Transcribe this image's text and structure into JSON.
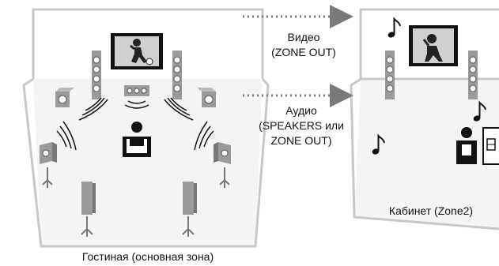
{
  "labels": {
    "video_line1": "Видео",
    "video_line2": "(ZONE OUT)",
    "audio_line1": "Аудио",
    "audio_line2": "(SPEAKERS или",
    "audio_line3": "ZONE OUT)",
    "main_room": "Гостиная (основная зона)",
    "zone2_room": "Кабинет (Zone2)"
  },
  "icons": {
    "main_tv": "tv-person-kicking-ball-icon",
    "zone2_tv": "tv-person-singing-icon",
    "listener": "person-on-sofa-icon",
    "music_note": "music-note-icon",
    "zone2_listener": "person-at-desk-icon"
  },
  "colors": {
    "wall": "#c8c8c8",
    "floor": "#f4f4f4",
    "speaker": "#8f8f8f",
    "arrow": "#7a7a7a"
  }
}
